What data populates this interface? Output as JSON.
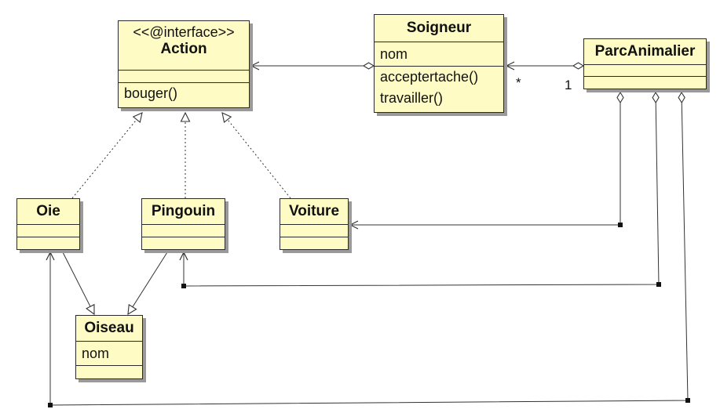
{
  "classes": {
    "action": {
      "stereotype": "<<@interface>>",
      "name": "Action",
      "methods": [
        "bouger()"
      ]
    },
    "soigneur": {
      "name": "Soigneur",
      "attributes": [
        "nom"
      ],
      "methods": [
        "acceptertache()",
        "travailler()"
      ]
    },
    "parc": {
      "name": "ParcAnimalier"
    },
    "oie": {
      "name": "Oie"
    },
    "pingouin": {
      "name": "Pingouin"
    },
    "voiture": {
      "name": "Voiture"
    },
    "oiseau": {
      "name": "Oiseau",
      "attributes": [
        "nom"
      ]
    }
  },
  "multiplicities": {
    "soigneur_end": "*",
    "parc_end": "1"
  },
  "colors": {
    "class_fill": "#fffbc4",
    "border": "#2a2a2a",
    "shadow": "#9a9a9a",
    "line": "#333333"
  }
}
